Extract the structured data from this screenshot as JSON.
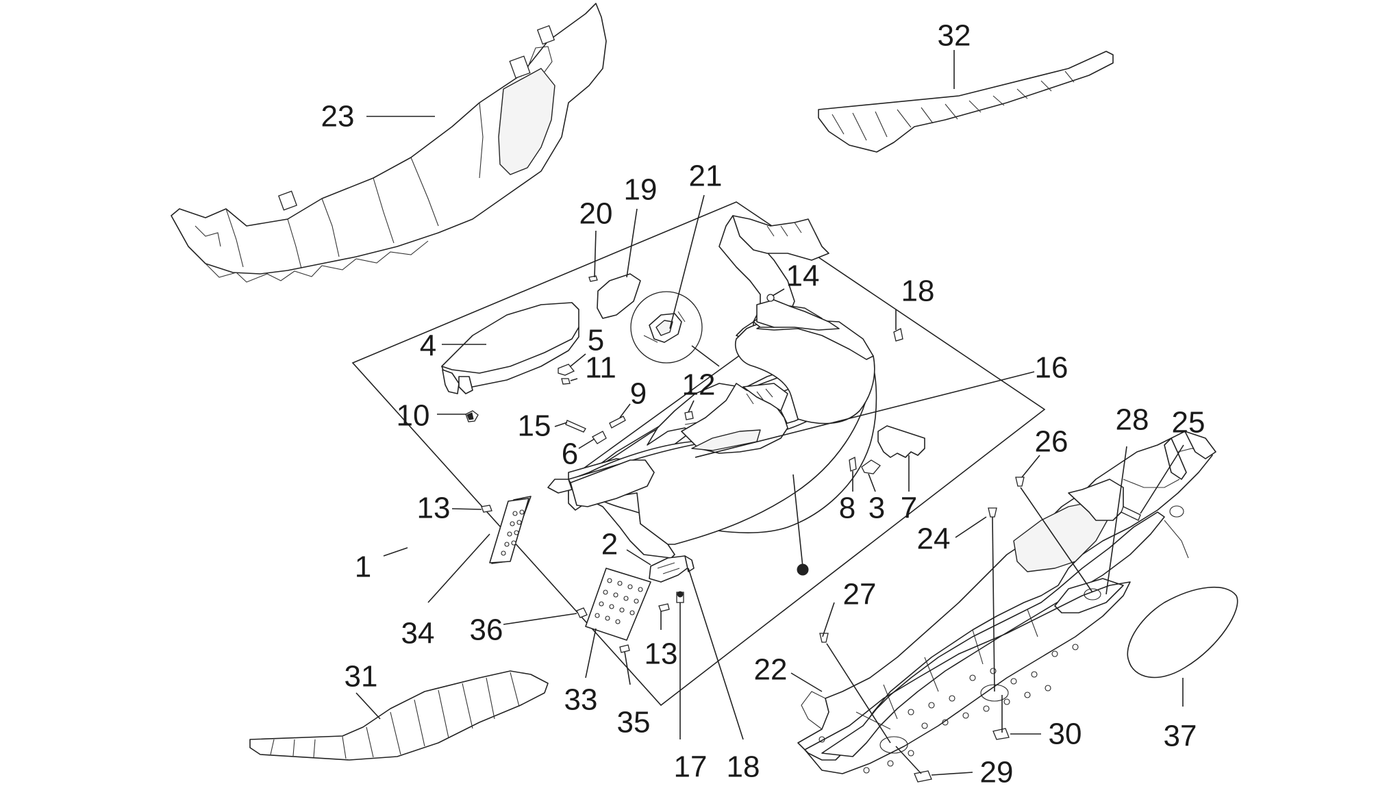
{
  "colors": {
    "line": "#222222",
    "background": "#ffffff"
  },
  "callouts": {
    "c1": "1",
    "c2": "2",
    "c3": "3",
    "c4": "4",
    "c5": "5",
    "c6": "6",
    "c7": "7",
    "c8": "8",
    "c9": "9",
    "c10": "10",
    "c11": "11",
    "c12": "12",
    "c13a": "13",
    "c13b": "13",
    "c14": "14",
    "c15": "15",
    "c16": "16",
    "c17": "17",
    "c18a": "18",
    "c18b": "18",
    "c19": "19",
    "c20": "20",
    "c21": "21",
    "c22": "22",
    "c23": "23",
    "c24": "24",
    "c25": "25",
    "c26": "26",
    "c27": "27",
    "c28": "28",
    "c29": "29",
    "c30": "30",
    "c31": "31",
    "c32": "32",
    "c33": "33",
    "c34": "34",
    "c35": "35",
    "c36": "36",
    "c37": "37"
  }
}
